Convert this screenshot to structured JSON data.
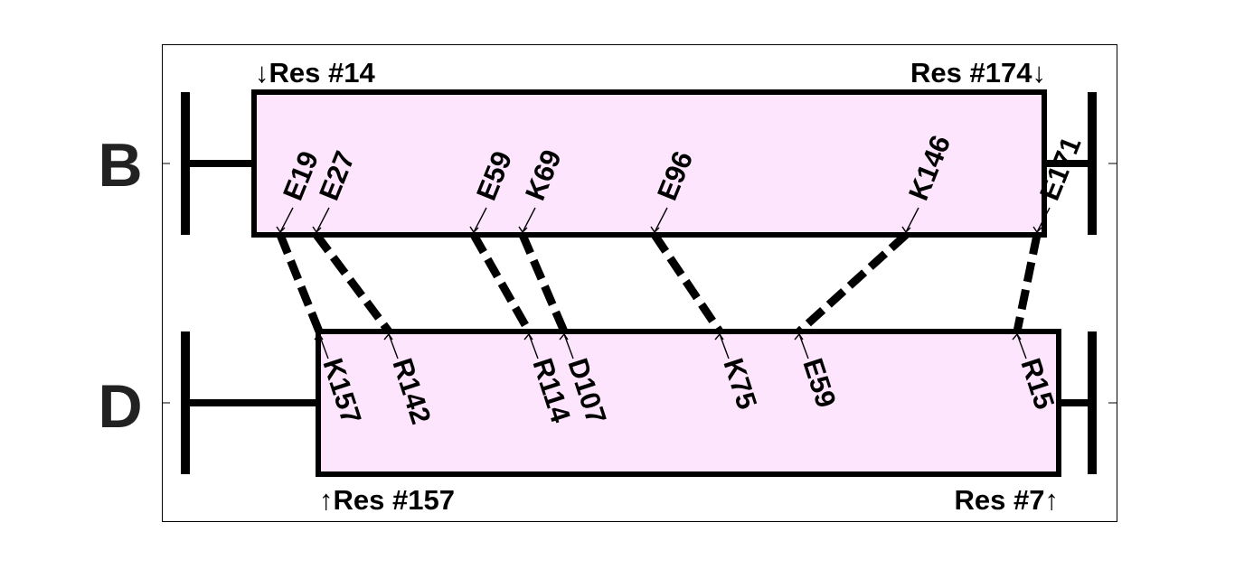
{
  "chains": {
    "top": {
      "label": "B",
      "start_label": "↓Res #14",
      "end_label": "Res #174↓"
    },
    "bottom": {
      "label": "D",
      "start_label": "↑Res #157",
      "end_label": "Res #7↑"
    }
  },
  "colors": {
    "box_fill": "#fde6fd",
    "stroke": "#000000"
  },
  "crosslinks": [
    {
      "top": "E19",
      "bottom": "K157"
    },
    {
      "top": "E27",
      "bottom": "R142"
    },
    {
      "top": "E59",
      "bottom": "R114"
    },
    {
      "top": "K69",
      "bottom": "D107"
    },
    {
      "top": "E96",
      "bottom": "K75"
    },
    {
      "top": "K146",
      "bottom": "E59"
    },
    {
      "top": "E171",
      "bottom": "R15"
    }
  ]
}
